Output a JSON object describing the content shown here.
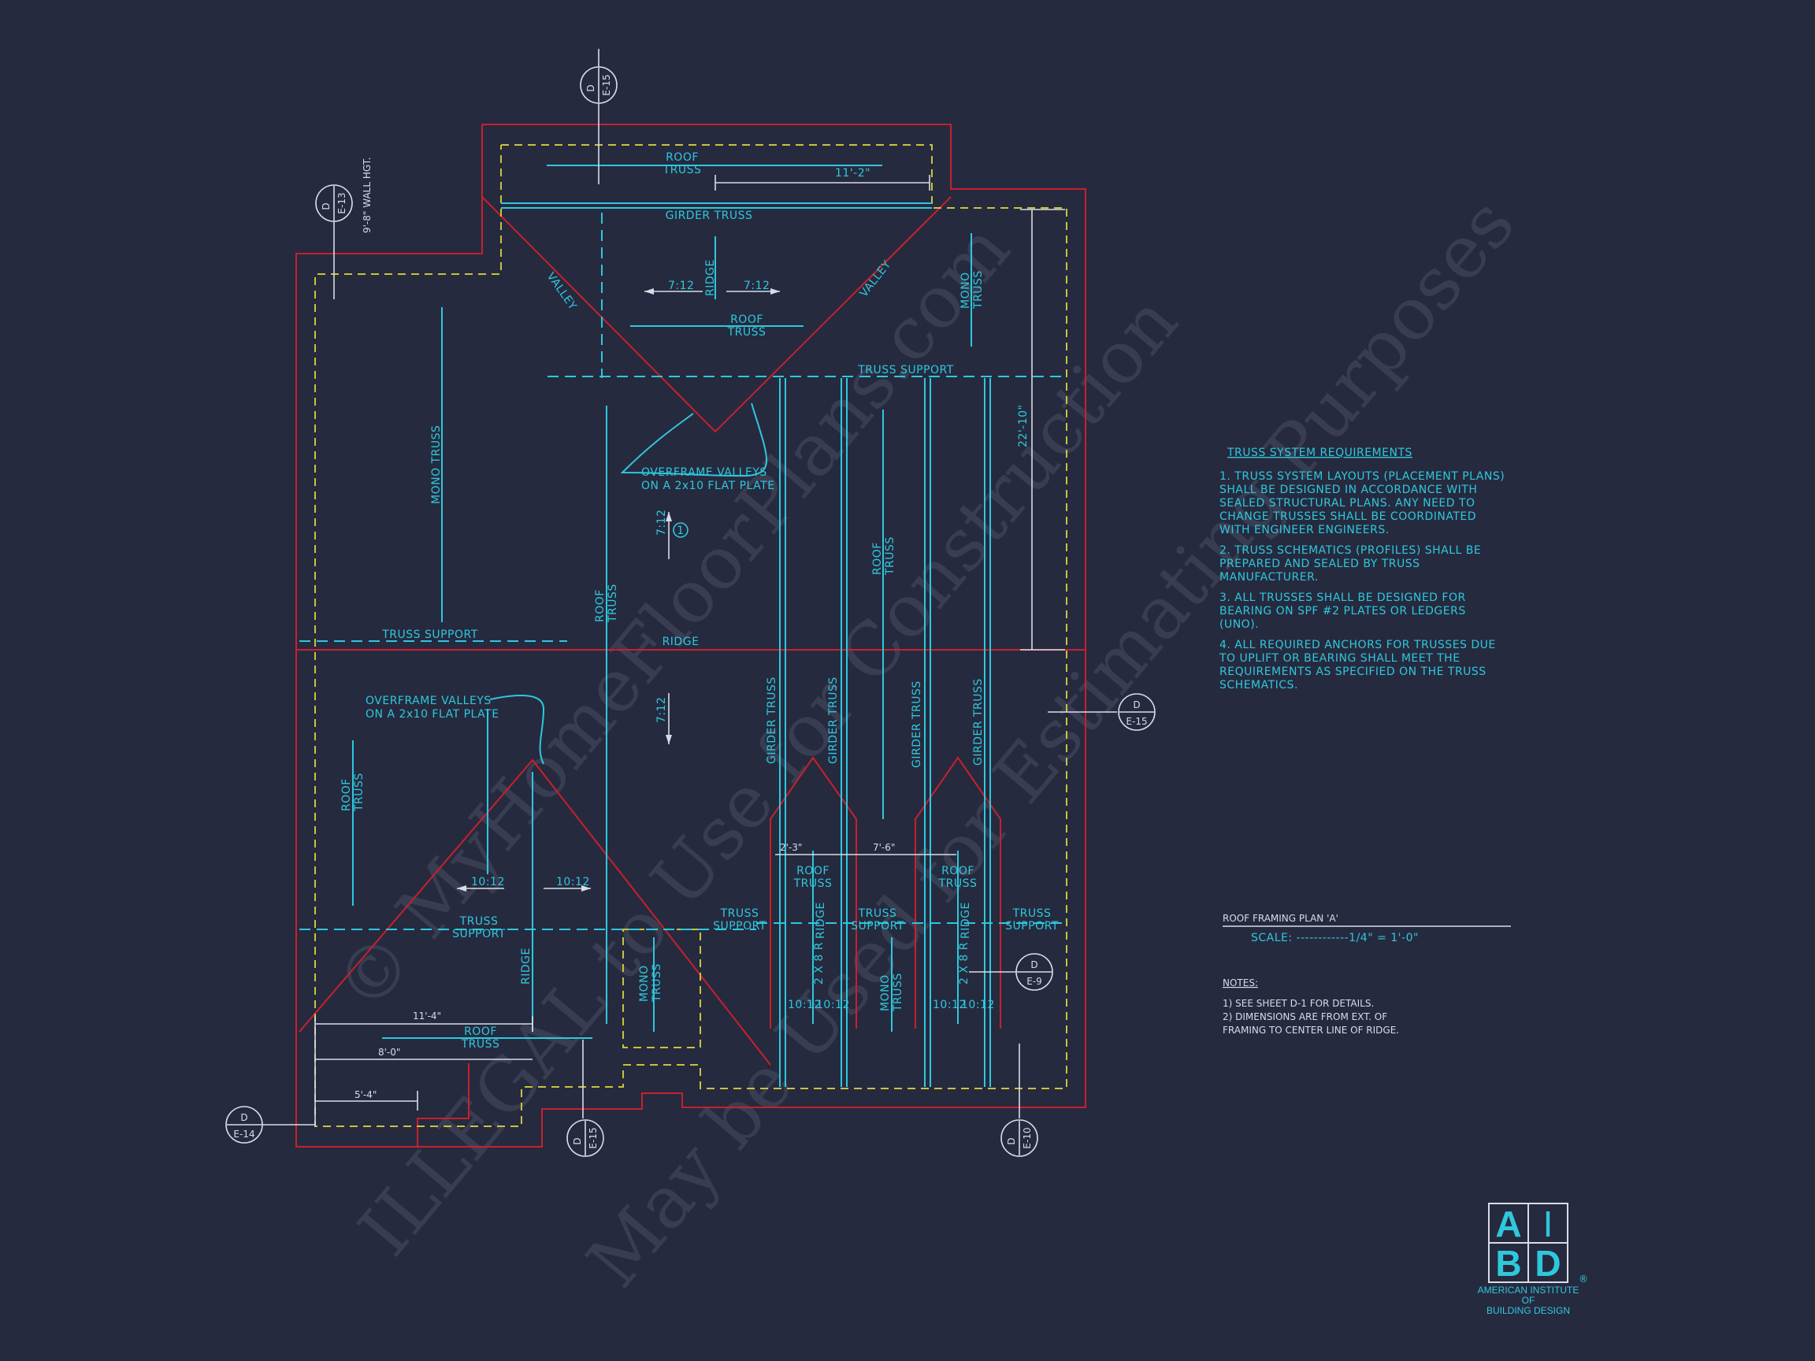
{
  "watermark": {
    "line1": "© MyHomeFloorPlans.com",
    "line2": "ILLEGAL to Use for Construction",
    "line3": "May be Used for Estimating Purposes"
  },
  "plan_labels": {
    "roof_truss": [
      "ROOF",
      "TRUSS"
    ],
    "girder_truss": "GIRDER TRUSS",
    "ridge": "RIDGE",
    "valley": "VALLEY",
    "mono_truss": [
      "MONO",
      "TRUSS"
    ],
    "mono_truss_long": "MONO TRUSS",
    "truss_support": "TRUSS SUPPORT",
    "truss_support_stack": [
      "TRUSS",
      "SUPPORT"
    ],
    "overframe": [
      "OVERFRAME VALLEYS",
      "ON A 2x10 FLAT PLATE"
    ],
    "pitch_7_12": "7:12",
    "pitch_10_12": "10:12",
    "lumber_2x8r": "2 X 8 R",
    "wall_height": "9'-8\" WALL HGT.",
    "keynote": "1"
  },
  "dimensions": {
    "d_11_2": "11'-2\"",
    "d_22_10": "22'-10\"",
    "d_2_3": "2'-3\"",
    "d_7_6": "7'-6\"",
    "d_11_4": "11'-4\"",
    "d_8_0": "8'-0\"",
    "d_5_4": "5'-4\""
  },
  "section_markers": [
    {
      "letter": "D",
      "sheet": "E-13"
    },
    {
      "letter": "D",
      "sheet": "E-15"
    },
    {
      "letter": "D",
      "sheet": "E-15"
    },
    {
      "letter": "D",
      "sheet": "E-9"
    },
    {
      "letter": "D",
      "sheet": "E-14"
    },
    {
      "letter": "D",
      "sheet": "E-15"
    },
    {
      "letter": "D",
      "sheet": "E-10"
    }
  ],
  "requirements": {
    "title": "TRUSS SYSTEM REQUIREMENTS",
    "items": [
      [
        "1. TRUSS SYSTEM LAYOUTS (PLACEMENT PLANS)",
        "SHALL BE DESIGNED IN ACCORDANCE WITH",
        "SEALED STRUCTURAL PLANS. ANY NEED TO",
        "CHANGE TRUSSES SHALL BE COORDINATED",
        "WITH ENGINEER ENGINEERS."
      ],
      [
        "2. TRUSS SCHEMATICS (PROFILES) SHALL BE",
        "PREPARED AND SEALED BY TRUSS",
        "MANUFACTURER."
      ],
      [
        "3. ALL TRUSSES SHALL BE DESIGNED FOR",
        "BEARING ON SPF #2 PLATES OR LEDGERS",
        "(UNO)."
      ],
      [
        "4. ALL REQUIRED ANCHORS FOR TRUSSES DUE",
        "TO UPLIFT OR BEARING SHALL MEET THE",
        "REQUIREMENTS AS SPECIFIED ON THE TRUSS",
        "SCHEMATICS."
      ]
    ]
  },
  "plan_title": {
    "title": "ROOF FRAMING PLAN 'A'",
    "scale": "SCALE: ------------1/4\" = 1'-0\""
  },
  "notes": {
    "heading": "NOTES:",
    "items": [
      "1)  SEE SHEET D-1 FOR DETAILS.",
      "2)  DIMENSIONS ARE FROM EXT. OF",
      "     FRAMING TO CENTER LINE OF RIDGE."
    ]
  },
  "logo": {
    "letters": [
      "A",
      "I",
      "B",
      "D"
    ],
    "registered": "®",
    "caption": [
      "AMERICAN INSTITUTE",
      "OF",
      "BUILDING DESIGN"
    ]
  },
  "colors": {
    "background": "#262a3f",
    "cyan": "#2ec8dc",
    "red": "#c8202c",
    "yellow": "#c9c33c",
    "white": "#d8dce6"
  }
}
